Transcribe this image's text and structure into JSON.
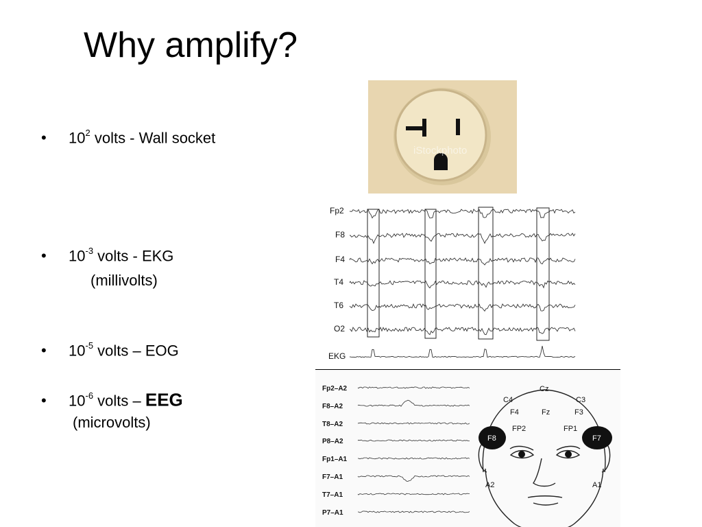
{
  "slide": {
    "title": "Why amplify?"
  },
  "bullets": [
    {
      "marker": "•",
      "base": "10",
      "exp": "2",
      "text": " volts - Wall socket"
    },
    {
      "marker": "•",
      "base": "10",
      "exp": "-3",
      "text": " volts - EKG",
      "sub": "(millivolts)"
    },
    {
      "marker": "•",
      "base": "10",
      "exp": "-5",
      "text": " volts – EOG"
    },
    {
      "marker": "•",
      "base": "10",
      "exp": "-6",
      "text": " volts – ",
      "emph": "EEG",
      "sub": "(microvolts)"
    }
  ],
  "socket_image": {
    "watermark": "iStockphoto"
  },
  "eeg_figure": {
    "channels": [
      "Fp2",
      "F8",
      "F4",
      "T4",
      "T6",
      "O2"
    ],
    "ekg_label": "EKG"
  },
  "eog_figure": {
    "channels": [
      "Fp2–A2",
      "F8–A2",
      "T8–A2",
      "P8–A2",
      "Fp1–A1",
      "F7–A1",
      "T7–A1",
      "P7–A1"
    ],
    "head_labels": {
      "cz": "Cz",
      "c4": "C4",
      "c3": "C3",
      "f4": "F4",
      "fz": "Fz",
      "f3": "F3",
      "fp2": "FP2",
      "fp1": "FP1",
      "f8": "F8",
      "f7": "F7",
      "a2": "A2",
      "a1": "A1"
    }
  }
}
